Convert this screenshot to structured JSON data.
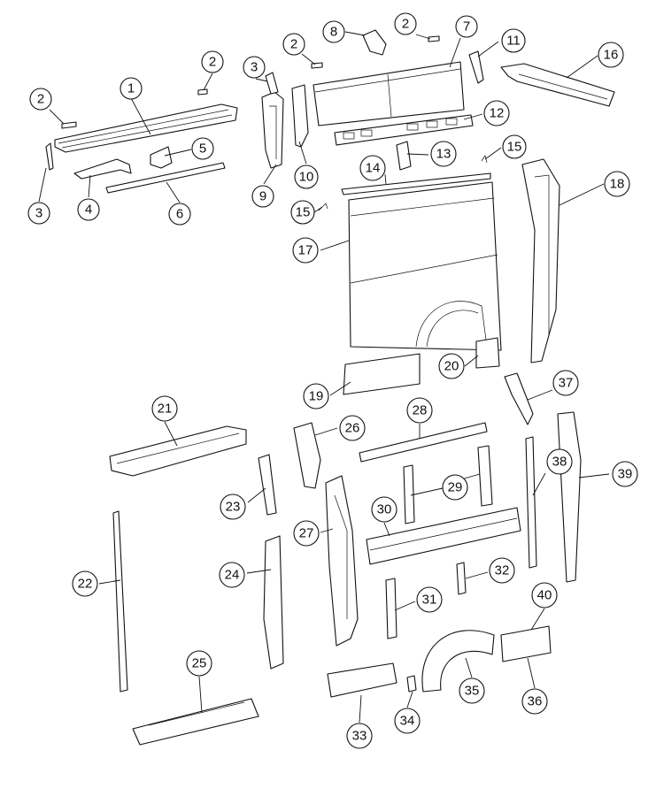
{
  "diagram": {
    "callouts": [
      "1",
      "2",
      "2",
      "2",
      "2",
      "3",
      "3",
      "4",
      "5",
      "6",
      "7",
      "8",
      "9",
      "10",
      "11",
      "12",
      "13",
      "14",
      "15",
      "15",
      "16",
      "17",
      "18",
      "19",
      "20",
      "21",
      "22",
      "23",
      "24",
      "25",
      "26",
      "27",
      "28",
      "29",
      "30",
      "31",
      "32",
      "33",
      "34",
      "35",
      "36",
      "37",
      "38",
      "39",
      "40"
    ]
  }
}
